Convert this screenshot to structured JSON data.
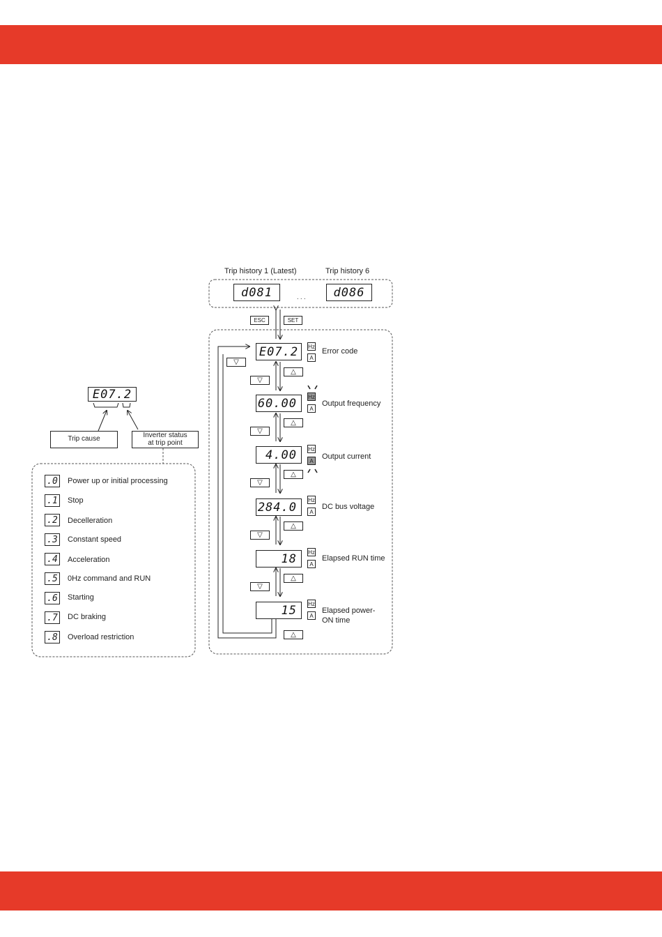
{
  "colors": {
    "band": "#e63a29"
  },
  "trip_history": {
    "latest_label": "Trip history 1 (Latest)",
    "last_label": "Trip history 6",
    "latest_code": "d081",
    "last_code": "d086",
    "ellipsis": ". . ."
  },
  "keys": {
    "esc": "ESC",
    "set": "SET",
    "up": "△",
    "down": "▽"
  },
  "units": {
    "hz": "Hz",
    "a": "A"
  },
  "monitor": [
    {
      "display": "E07.2",
      "label": "Error code"
    },
    {
      "display": "60.00",
      "label": "Output frequency"
    },
    {
      "display": "4.00",
      "label": "Output current"
    },
    {
      "display": "284.0",
      "label": "DC bus voltage"
    },
    {
      "display": "18",
      "label": "Elapsed RUN time"
    },
    {
      "display": "15",
      "label": "Elapsed power-",
      "label2": "ON time"
    }
  ],
  "explain": {
    "display": "E07.2",
    "trip_cause": "Trip cause",
    "inverter_status_1": "Inverter status",
    "inverter_status_2": "at trip point"
  },
  "status_codes": [
    {
      "code": ".0",
      "text": "Power up or initial processing"
    },
    {
      "code": ".1",
      "text": "Stop"
    },
    {
      "code": ".2",
      "text": "Decelleration"
    },
    {
      "code": ".3",
      "text": "Constant speed"
    },
    {
      "code": ".4",
      "text": "Acceleration"
    },
    {
      "code": ".5",
      "text": "0Hz command and RUN"
    },
    {
      "code": ".6",
      "text": "Starting"
    },
    {
      "code": ".7",
      "text": "DC braking"
    },
    {
      "code": ".8",
      "text": "Overload restriction"
    }
  ]
}
